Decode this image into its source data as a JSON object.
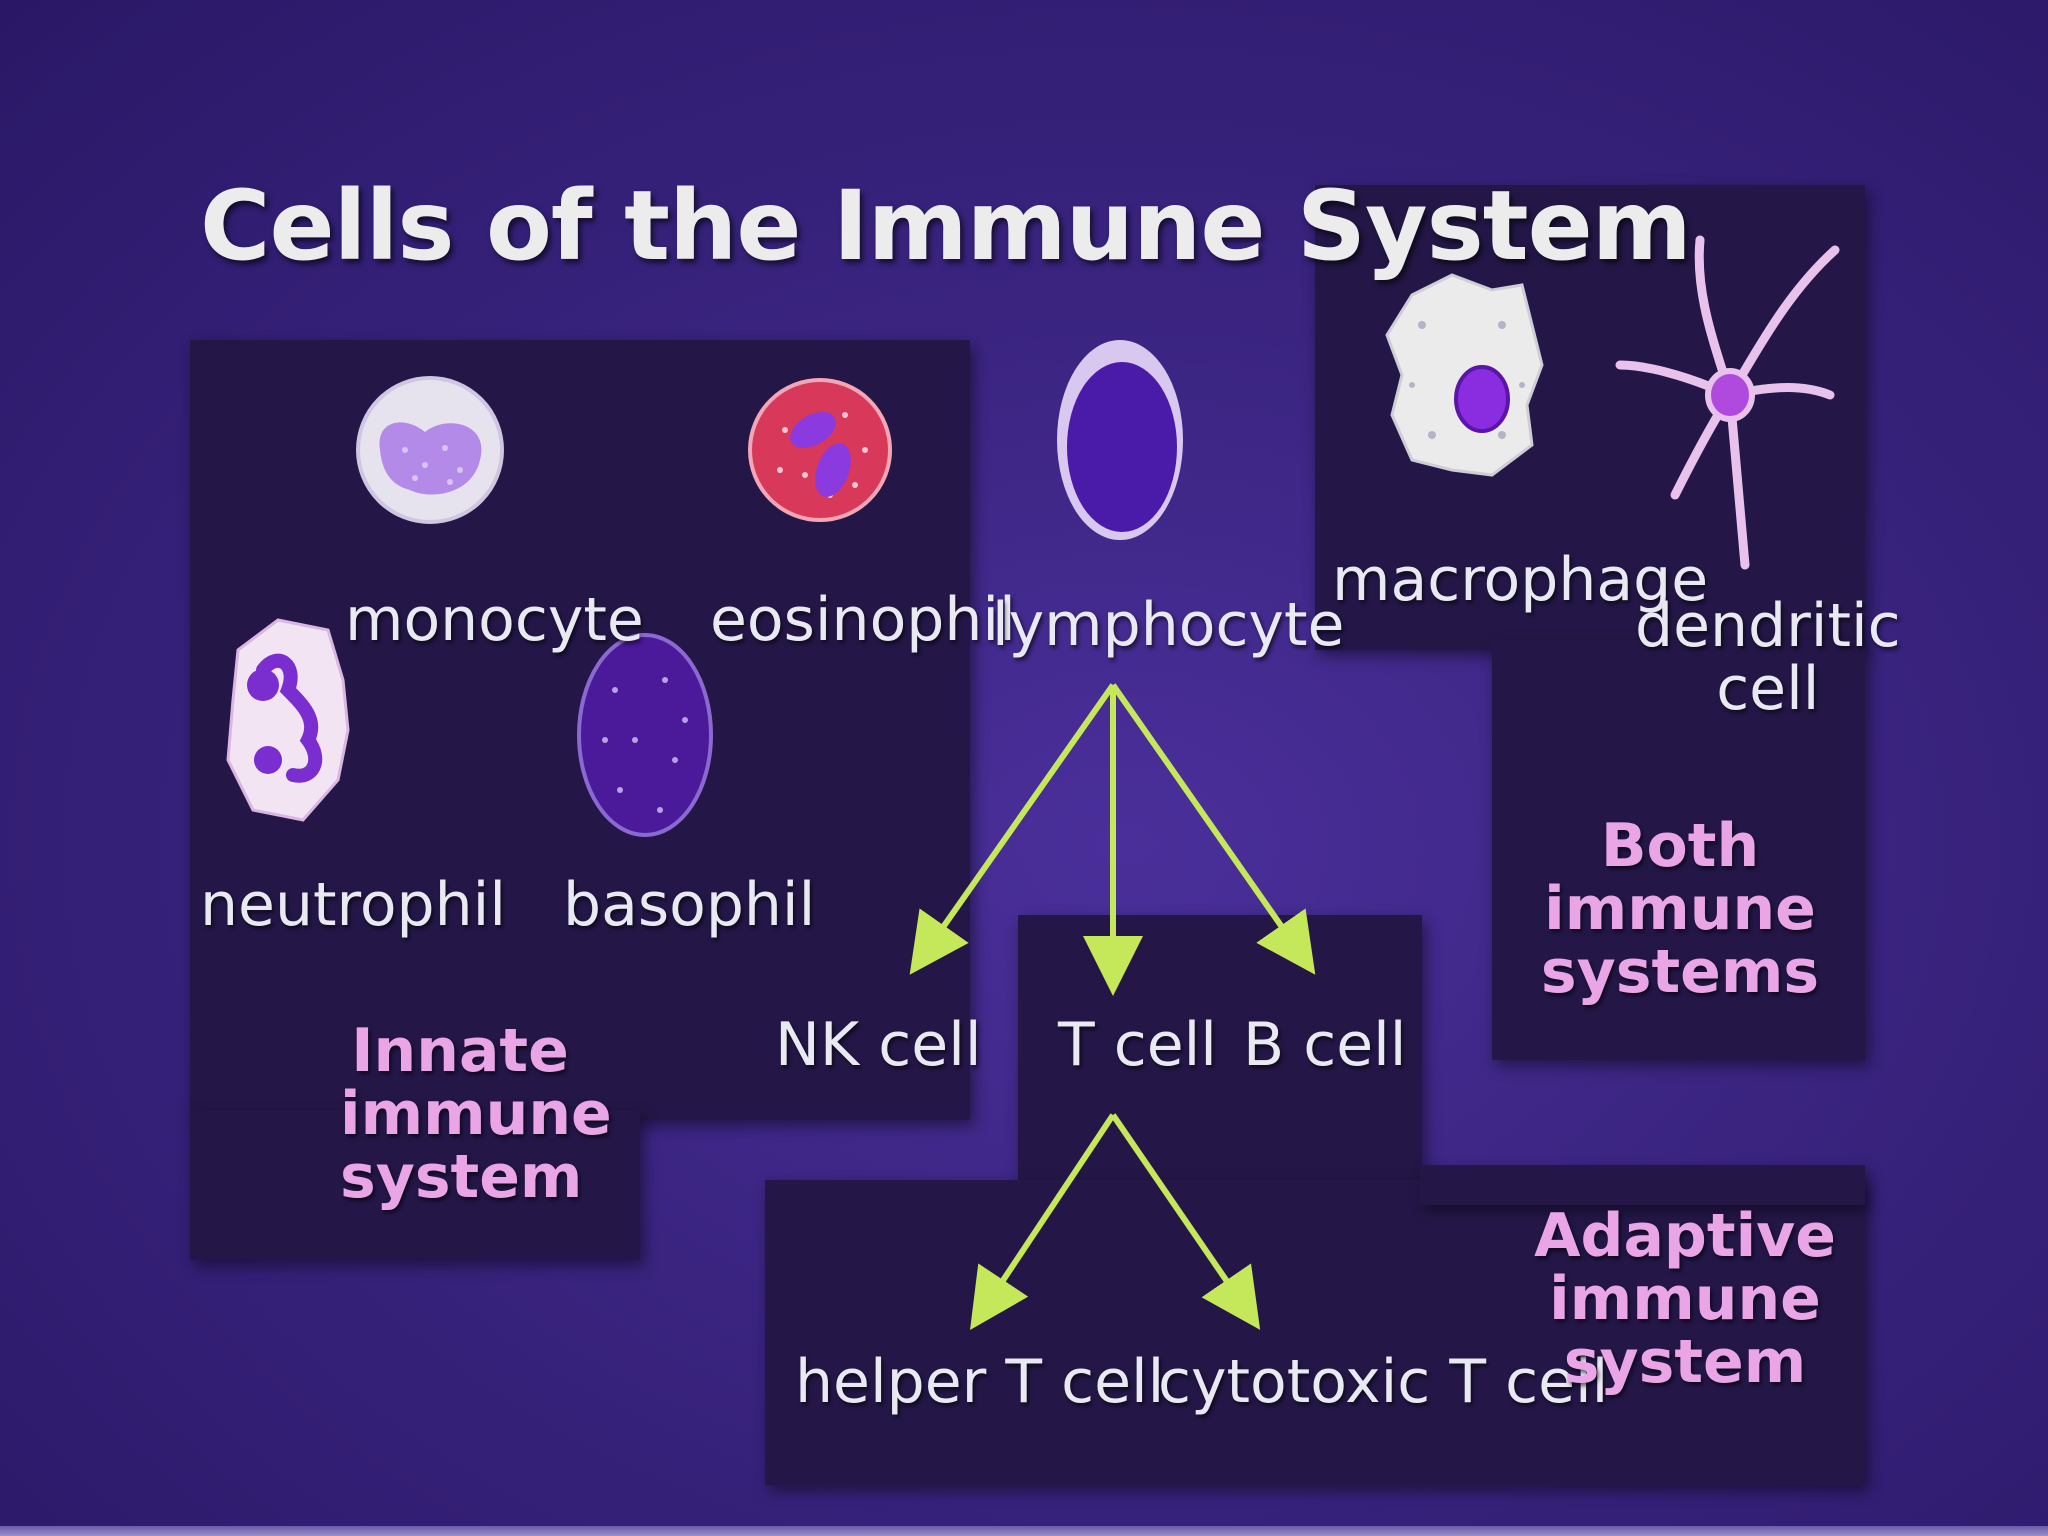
{
  "title": "Cells of the Immune System",
  "cells": {
    "monocyte": "monocyte",
    "eosinophil": "eosinophil",
    "lymphocyte": "lymphocyte",
    "macrophage": "macrophage",
    "dendritic": "dendritic\ncell",
    "neutrophil": "neutrophil",
    "basophil": "basophil",
    "nk": "NK cell",
    "t": "T cell",
    "b": "B cell",
    "helper_t": "helper T cell",
    "cytotoxic_t": "cytotoxic T cell"
  },
  "groups": {
    "innate": "Innate\nimmune\nsystem",
    "both": "Both immune\nsystems",
    "adaptive": "Adaptive\nimmune\nsystem"
  },
  "colors": {
    "arrow": "#c4e85a",
    "group_label": "#e9a5e6"
  }
}
